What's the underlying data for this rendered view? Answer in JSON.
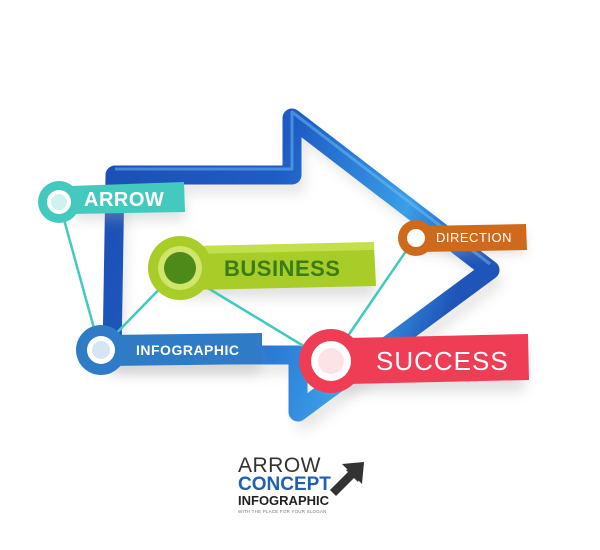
{
  "labels": {
    "arrow": "ARROW",
    "business": "BUSINESS",
    "direction": "DIRECTION",
    "infographic": "INFOGRAPHIC",
    "success": "SUCCESS"
  },
  "footer": {
    "line1": "ARROW",
    "line2": "CONCEPT",
    "line3": "INFOGRAPHIC",
    "line4": "WITH THE PLACE FOR YOUR SLOGAN"
  },
  "colors": {
    "arrow_blue": "#1f55b8",
    "arrow_blue_light": "#3fa9f0",
    "teal": "#43c9bd",
    "green": "#a8cc28",
    "green_dark": "#4d8a1a",
    "orange": "#cf6a1c",
    "infographic_blue": "#2f7bc6",
    "red": "#ef3d56"
  },
  "icons": {
    "footer_arrow": "diagonal-arrow-icon"
  }
}
